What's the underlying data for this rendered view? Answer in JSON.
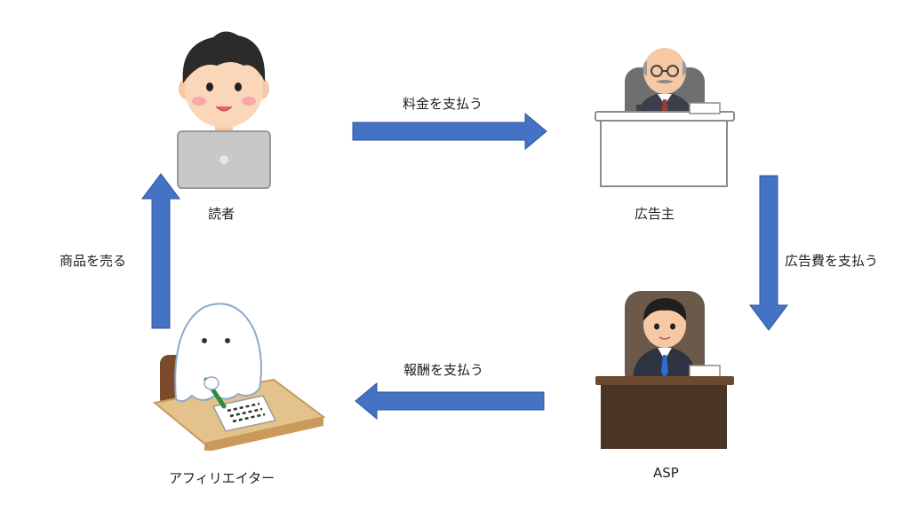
{
  "nodes": {
    "reader": {
      "label": "読者"
    },
    "advertiser": {
      "label": "広告主"
    },
    "asp": {
      "label": "ASP"
    },
    "affiliate": {
      "label": "アフィリエイター"
    }
  },
  "edges": {
    "reader_to_advertiser": {
      "label": "料金を支払う"
    },
    "advertiser_to_asp": {
      "label": "広告費を支払う"
    },
    "asp_to_affiliate": {
      "label": "報酬を支払う"
    },
    "affiliate_to_reader": {
      "label": "商品を売る"
    }
  },
  "colors": {
    "arrow": "#4472c4",
    "arrow_stroke": "#2f5597"
  }
}
